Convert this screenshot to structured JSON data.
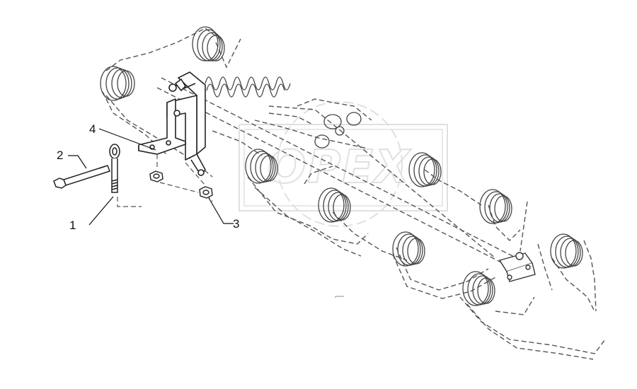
{
  "diagram": {
    "callouts": [
      {
        "id": "1",
        "label": "1"
      },
      {
        "id": "2",
        "label": "2"
      },
      {
        "id": "3",
        "label": "3"
      },
      {
        "id": "4",
        "label": "4"
      }
    ],
    "watermark": "OPEX"
  },
  "colors": {
    "line": "#333333",
    "ghost": "#555555",
    "watermark": "#c8c8c8",
    "background": "#ffffff"
  }
}
